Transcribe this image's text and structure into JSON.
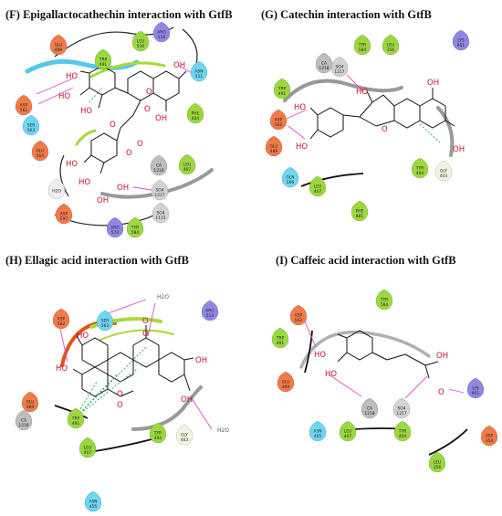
{
  "panels": [
    {
      "title": "(F) Epigallactocathechin interaction with GtfB",
      "atoms": [
        "HO",
        "HO",
        "HO",
        "OH",
        "OH",
        "OH",
        "HO",
        "HO",
        "OH",
        "O",
        "O",
        "O",
        "O",
        "O"
      ],
      "residues": [
        {
          "name": "GLU",
          "num": "489",
          "kind": "acidic"
        },
        {
          "name": "TRP",
          "num": "491",
          "kind": "hydrophobic"
        },
        {
          "name": "LEU",
          "num": "516",
          "kind": "hydrophobic"
        },
        {
          "name": "ARG",
          "num": "518",
          "kind": "basic"
        },
        {
          "name": "ASN",
          "num": "511",
          "kind": "polar"
        },
        {
          "name": "ASP",
          "num": "562",
          "kind": "acidic"
        },
        {
          "name": "SER",
          "num": "563",
          "kind": "polar"
        },
        {
          "name": "GLU",
          "num": "564",
          "kind": "acidic"
        },
        {
          "name": "PHE",
          "num": "404",
          "kind": "hydrophobic"
        },
        {
          "name": "LEU",
          "num": "407",
          "kind": "hydrophobic"
        },
        {
          "name": "CA",
          "num": "1218",
          "kind": "metal"
        },
        {
          "name": "SO4",
          "num": "1217",
          "kind": "ion"
        },
        {
          "name": "SO4",
          "num": "1115",
          "kind": "ion"
        },
        {
          "name": "ASP",
          "num": "597",
          "kind": "acidic"
        },
        {
          "name": "ARG",
          "num": "570",
          "kind": "basic"
        },
        {
          "name": "TYR",
          "num": "584",
          "kind": "hydrophobic"
        },
        {
          "name": "H2O",
          "num": "",
          "kind": "water"
        }
      ]
    },
    {
      "title": "(G) Catechin interaction with GtfB",
      "atoms": [
        "HO",
        "HO",
        "HO",
        "OH",
        "OH",
        "O"
      ],
      "residues": [
        {
          "name": "TYR",
          "num": "584",
          "kind": "hydrophobic"
        },
        {
          "name": "LEU",
          "num": "356",
          "kind": "hydrophobic"
        },
        {
          "name": "LYS",
          "num": "951",
          "kind": "basic"
        },
        {
          "name": "CA",
          "num": "1218",
          "kind": "metal"
        },
        {
          "name": "SO4",
          "num": "1217",
          "kind": "ion"
        },
        {
          "name": "TRP",
          "num": "491",
          "kind": "hydrophobic"
        },
        {
          "name": "ASP",
          "num": "562",
          "kind": "acidic"
        },
        {
          "name": "GLU",
          "num": "489",
          "kind": "acidic"
        },
        {
          "name": "GLN",
          "num": "566",
          "kind": "polar"
        },
        {
          "name": "TYR",
          "num": "404",
          "kind": "hydrophobic"
        },
        {
          "name": "GLY",
          "num": "403",
          "kind": "glycine"
        },
        {
          "name": "LEU",
          "num": "407",
          "kind": "hydrophobic"
        },
        {
          "name": "PHE",
          "num": "881",
          "kind": "hydrophobic"
        }
      ]
    },
    {
      "title": "(H) Ellagic acid interaction with GtfB",
      "atoms": [
        "HO",
        "HO",
        "OH",
        "OH",
        "O",
        "O",
        "O",
        "O",
        "H2O",
        "H2O"
      ],
      "residues": [
        {
          "name": "ASP",
          "num": "562",
          "kind": "acidic"
        },
        {
          "name": "SER",
          "num": "563",
          "kind": "polar"
        },
        {
          "name": "ARG",
          "num": "514",
          "kind": "basic"
        },
        {
          "name": "GLU",
          "num": "489",
          "kind": "acidic"
        },
        {
          "name": "CA",
          "num": "1218",
          "kind": "metal"
        },
        {
          "name": "TRP",
          "num": "491",
          "kind": "hydrophobic"
        },
        {
          "name": "LEU",
          "num": "407",
          "kind": "hydrophobic"
        },
        {
          "name": "TYR",
          "num": "404",
          "kind": "hydrophobic"
        },
        {
          "name": "GLY",
          "num": "403",
          "kind": "glycine"
        },
        {
          "name": "ASN",
          "num": "455",
          "kind": "polar"
        }
      ]
    },
    {
      "title": "(I) Caffeic acid interaction with GtfB",
      "atoms": [
        "HO",
        "HO",
        "OH",
        "O"
      ],
      "residues": [
        {
          "name": "TYR",
          "num": "584",
          "kind": "hydrophobic"
        },
        {
          "name": "ASP",
          "num": "562",
          "kind": "acidic"
        },
        {
          "name": "TRP",
          "num": "491",
          "kind": "hydrophobic"
        },
        {
          "name": "GLU",
          "num": "489",
          "kind": "acidic"
        },
        {
          "name": "CA",
          "num": "1218",
          "kind": "metal"
        },
        {
          "name": "SO4",
          "num": "1217",
          "kind": "ion"
        },
        {
          "name": "LYS",
          "num": "951",
          "kind": "basic"
        },
        {
          "name": "ASN",
          "num": "455",
          "kind": "polar"
        },
        {
          "name": "LEU",
          "num": "407",
          "kind": "hydrophobic"
        },
        {
          "name": "TYR",
          "num": "404",
          "kind": "hydrophobic"
        },
        {
          "name": "ASP",
          "num": "354",
          "kind": "acidic"
        },
        {
          "name": "LEU",
          "num": "356",
          "kind": "hydrophobic"
        }
      ]
    }
  ],
  "colors": {
    "acidic": "#f07a48",
    "basic": "#8f86e6",
    "polar": "#6fd6f0",
    "hydrophobic": "#9bd83e",
    "metal": "#bdbdbd",
    "ion": "#d2d2d2",
    "glycine": "#f3f3e2",
    "water": "#eeeeee",
    "hbond": "#d94fd2",
    "pistack": "#1f9f55",
    "oxygen": "#c8102e"
  }
}
